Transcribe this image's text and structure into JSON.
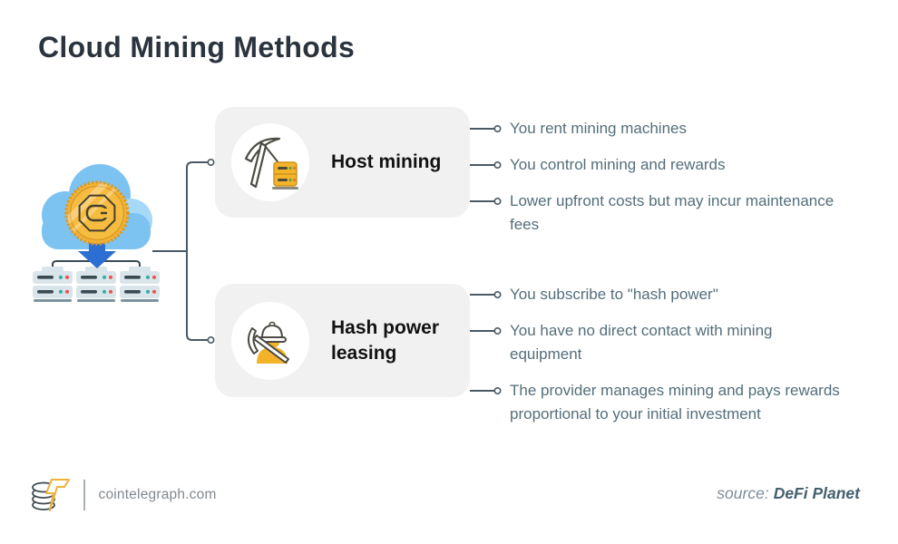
{
  "title": "Cloud Mining Methods",
  "diagram": {
    "root_icon": "cloud-coin-servers",
    "methods": [
      {
        "label": "Host mining",
        "icon": "pickaxe-server-icon",
        "points": [
          "You rent mining machines",
          "You control mining and rewards",
          "Lower upfront costs but may incur maintenance fees"
        ]
      },
      {
        "label": "Hash power leasing",
        "icon": "miner-pickaxe-icon",
        "points": [
          "You subscribe to \"hash power\"",
          "You have no direct contact with mining equipment",
          "The provider manages mining and pays rewards proportional to your initial investment"
        ]
      }
    ]
  },
  "footer": {
    "site": "cointelegraph.com",
    "source_label": "source:",
    "source_name": "DeFi Planet"
  },
  "colors": {
    "card_bg": "#f1f1f2",
    "accent_gold": "#f2b335",
    "cloud_blue": "#7cc3f2",
    "arrow_blue": "#2d6ed3",
    "text_dark": "#2b343e",
    "text_muted": "#546e7a",
    "connector": "#4a5964"
  }
}
